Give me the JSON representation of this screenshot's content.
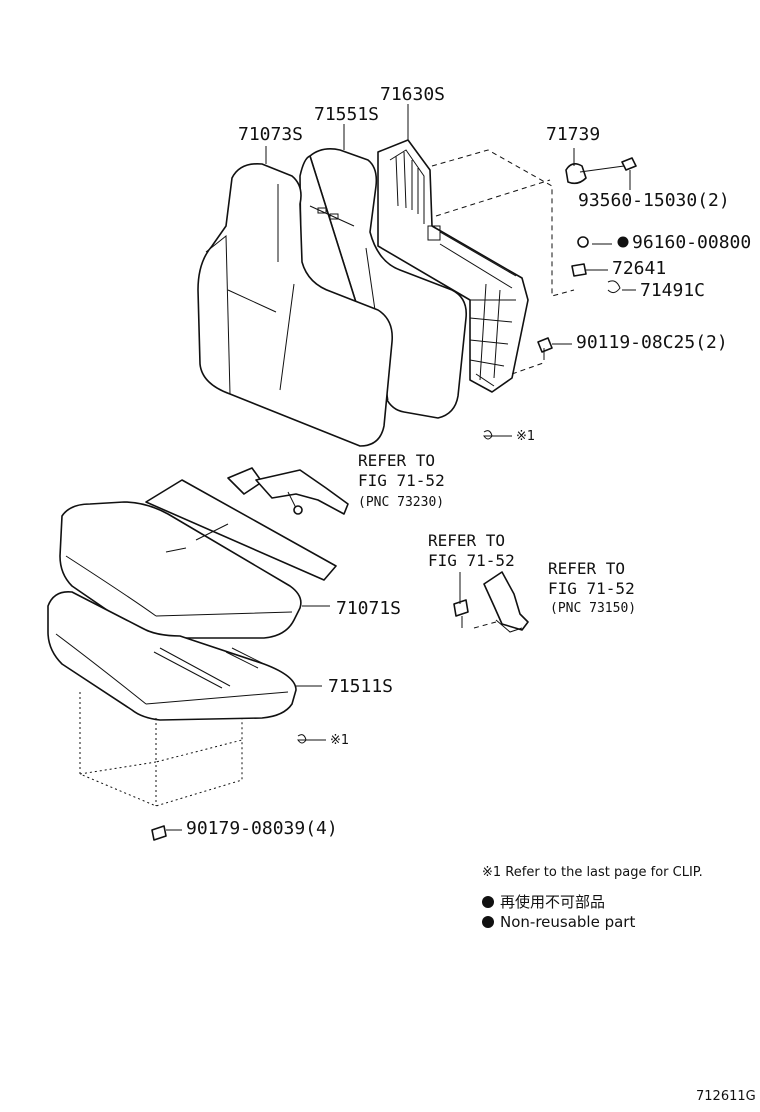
{
  "labels": {
    "p71630S": "71630S",
    "p71551S": "71551S",
    "p71073S": "71073S",
    "p71739": "71739",
    "p93560": "93560-15030(2)",
    "p96160": "96160-00800",
    "p72641": "72641",
    "p71491C": "71491C",
    "p90119": "90119-08C25(2)",
    "p71071S": "71071S",
    "p71511S": "71511S",
    "p90179": "90179-08039(4)"
  },
  "clip_mark": "※1",
  "refs": {
    "r1": {
      "line1": "REFER TO",
      "line2": "FIG 71-52",
      "line3": "(PNC 73230)"
    },
    "r2": {
      "line1": "REFER TO",
      "line2": "FIG 71-52"
    },
    "r3": {
      "line1": "REFER TO",
      "line2": "FIG 71-52",
      "line3": "(PNC 73150)"
    }
  },
  "notes": {
    "clip_note": "※1 Refer to the last page for CLIP.",
    "legend_jp": "再使用不可部品",
    "legend_en": "Non-reusable part"
  },
  "figure_id": "712611G"
}
